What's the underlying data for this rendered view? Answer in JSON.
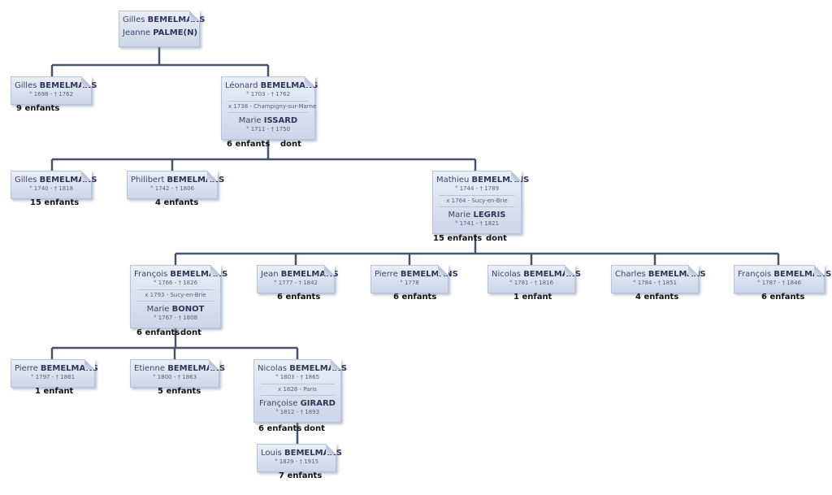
{
  "persons": [
    {
      "id": "p0",
      "given": "Gilles",
      "surname": "BEMELMANS",
      "spouse_given": "Jeanne",
      "spouse_surname": "PALME(N)"
    },
    {
      "id": "p1",
      "given": "Gilles",
      "surname": "BEMELMANS",
      "dates": "° 1698 - † 1762",
      "children": "9 enfants"
    },
    {
      "id": "p2",
      "given": "Léonard",
      "surname": "BEMELMANS",
      "dates": "° 1703 - † 1762",
      "marriage": "x 1738 - Champigny-sur-Marne",
      "spouse_given": "Marie",
      "spouse_surname": "ISSARD",
      "spouse_dates": "° 1711 - † 1750",
      "children": "6 enfants",
      "dont": "dont"
    },
    {
      "id": "p3",
      "given": "Gilles",
      "surname": "BEMELMANS",
      "dates": "° 1740 - † 1818",
      "children": "15 enfants"
    },
    {
      "id": "p4",
      "given": "Philibert",
      "surname": "BEMELMANS",
      "dates": "° 1742 - † 1806",
      "children": "4 enfants"
    },
    {
      "id": "p5",
      "given": "Mathieu",
      "surname": "BEMELMANS",
      "dates": "° 1744 - † 1789",
      "marriage": "x 1764 - Sucy-en-Brie",
      "spouse_given": "Marie",
      "spouse_surname": "LEGRIS",
      "spouse_dates": "° 1741 - † 1821",
      "children": "15 enfants",
      "dont": "dont"
    },
    {
      "id": "p6",
      "given": "François",
      "surname": "BEMELMANS",
      "dates": "° 1766 - † 1826",
      "marriage": "x 1793 - Sucy-en-Brie",
      "spouse_given": "Marie",
      "spouse_surname": "BONOT",
      "spouse_dates": "° 1767 - † 1808",
      "children": "6 enfants",
      "dont": "dont"
    },
    {
      "id": "p7",
      "given": "Jean",
      "surname": "BEMELMANS",
      "dates": "° 1777 - † 1842",
      "children": "6 enfants"
    },
    {
      "id": "p8",
      "given": "Pierre",
      "surname": "BEMELMANS",
      "dates": "° 1778",
      "children": "6 enfants"
    },
    {
      "id": "p9",
      "given": "Nicolas",
      "surname": "BEMELMANS",
      "dates": "° 1781 - † 1816",
      "children": "1 enfant"
    },
    {
      "id": "p10",
      "given": "Charles",
      "surname": "BEMELMANS",
      "dates": "° 1784 - † 1851",
      "children": "4 enfants"
    },
    {
      "id": "p11",
      "given": "François",
      "surname": "BEMELMANS",
      "dates": "° 1787 - † 1846",
      "children": "6 enfants"
    },
    {
      "id": "p12",
      "given": "Pierre",
      "surname": "BEMELMANS",
      "dates": "° 1797 - † 1861",
      "children": "1 enfant"
    },
    {
      "id": "p13",
      "given": "Etienne",
      "surname": "BEMELMANS",
      "dates": "° 1800 - † 1863",
      "children": "5 enfants"
    },
    {
      "id": "p14",
      "given": "Nicolas",
      "surname": "BEMELMANS",
      "dates": "° 1803 - † 1865",
      "marriage": "x 1828 - Paris",
      "spouse_given": "Françoise",
      "spouse_surname": "GIRARD",
      "spouse_dates": "° 1812 - † 1893",
      "children": "6 enfants",
      "dont": "dont"
    },
    {
      "id": "p15",
      "given": "Louis",
      "surname": "BEMELMANS",
      "dates": "° 1829 - † 1915",
      "children": "7 enfants"
    }
  ],
  "colors": {
    "line": "#46526f",
    "card_top": "#e9eef7",
    "card_bottom": "#cdd6e8"
  }
}
